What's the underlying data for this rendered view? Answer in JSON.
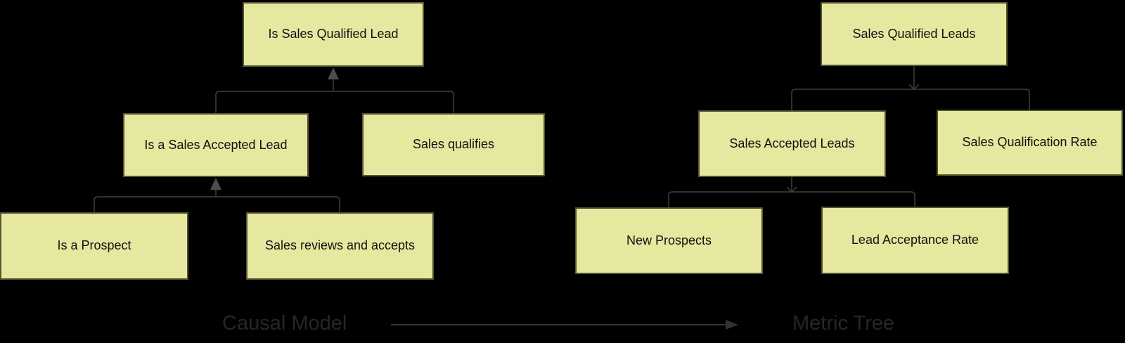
{
  "diagram": {
    "background_color": "#000000",
    "node_style": {
      "fill": "#e6e8a0",
      "border": "#55552f",
      "text_color": "#111111"
    },
    "connector_color": "#3f3f3f",
    "arrowhead_color": "#4d4d4d",
    "label_color": "#262626",
    "left_tree": {
      "label": "Causal Model",
      "nodes": {
        "root": "Is Sales Qualified Lead",
        "child_left": "Is a Sales Accepted Lead",
        "child_right": "Sales qualifies",
        "grandchild_left": "Is a Prospect",
        "grandchild_right": "Sales reviews and accepts"
      }
    },
    "right_tree": {
      "label": "Metric Tree",
      "nodes": {
        "root": "Sales Qualified Leads",
        "child_left": "Sales Accepted Leads",
        "child_right": "Sales Qualification Rate",
        "grandchild_left": "New Prospects",
        "grandchild_right": "Lead Acceptance Rate"
      }
    }
  }
}
